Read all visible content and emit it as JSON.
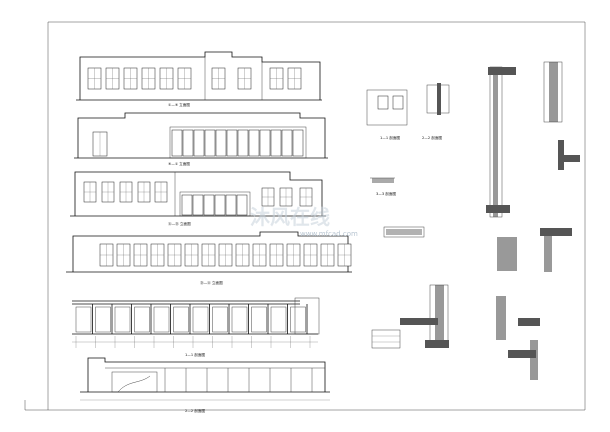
{
  "sheet": {
    "stroke_color": "#111111",
    "background": "#ffffff"
  },
  "elevation_captions": [
    "①—⑥ 立面图",
    "⑥—① 立面图",
    "Ⓐ—Ⓓ 立面图",
    "Ⓓ—Ⓐ 立面图"
  ],
  "section_captions": [
    "1—1 剖面图",
    "2—2 剖面图"
  ],
  "detail_captions": [
    "1—1 剖面图",
    "2—2 剖面图",
    "3—3 剖面图"
  ],
  "watermark": {
    "logo": "沐风在线",
    "url": "www.mfcad.com"
  }
}
